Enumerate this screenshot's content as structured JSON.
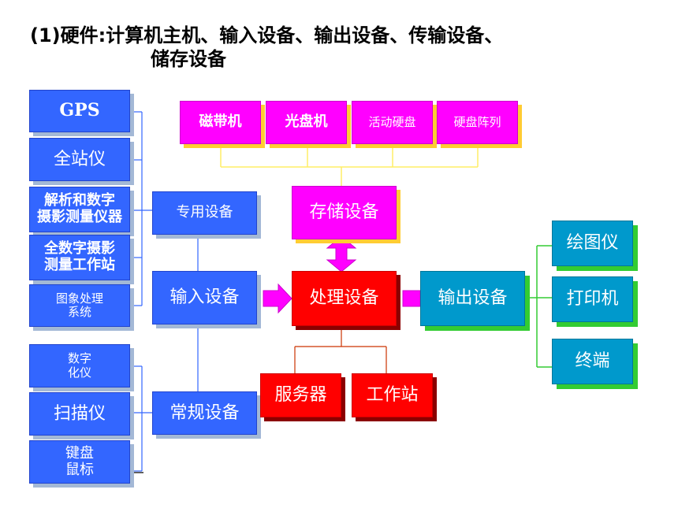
{
  "title": {
    "line1": "(1)硬件:计算机主机、输入设备、输出设备、传输设备、",
    "line2": "储存设备"
  },
  "input_sources": {
    "gps": "GPS",
    "total_station": "全站仪",
    "photogrammetry": "解析和数字\n摄影测量仪器",
    "workstation": "全数字摄影\n测量工作站",
    "image_processing": "图象处理\n系统",
    "digitizer": "数字\n化仪",
    "scanner": "扫描仪",
    "keyboard_mouse": "键盘\n鼠标"
  },
  "input_groups": {
    "special": "专用设备",
    "input": "输入设备",
    "regular": "常规设备"
  },
  "storage": {
    "tape": "磁带机",
    "optical": "光盘机",
    "removable": "活动硬盘",
    "raid": "硬盘阵列",
    "group": "存储设备"
  },
  "processing": {
    "main": "处理设备",
    "server": "服务器",
    "workstation": "工作站"
  },
  "output": {
    "group": "输出设备",
    "plotter": "绘图仪",
    "printer": "打印机",
    "terminal": "终端"
  },
  "colors": {
    "input_blue": "#3366ff",
    "storage_magenta": "#ff00ff",
    "processing_red": "#ff0000",
    "output_teal": "#0099cc",
    "line_blue": "#3366ff",
    "line_yellow": "#ffee66",
    "line_green": "#33cc33",
    "line_red": "#cc3300"
  }
}
